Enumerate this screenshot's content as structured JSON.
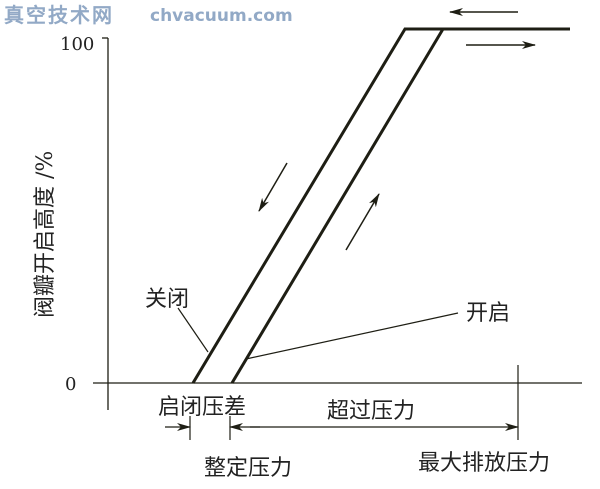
{
  "watermark": {
    "line1": "真空技术网",
    "line2": "chvacuum.com"
  },
  "axes": {
    "y_label": "阀瓣开启高度 /%",
    "y_tick_top": "100",
    "y_tick_zero": "0"
  },
  "curves": {
    "closing_label": "关闭",
    "opening_label": "开启"
  },
  "annotations": {
    "blowdown": "启闭压差",
    "overpressure": "超过压力",
    "set_pressure": "整定压力",
    "max_relief_pressure": "最大排放压力"
  },
  "colors": {
    "line": "#1e1e14",
    "text": "#222222",
    "watermark": "#7f9bbd"
  }
}
